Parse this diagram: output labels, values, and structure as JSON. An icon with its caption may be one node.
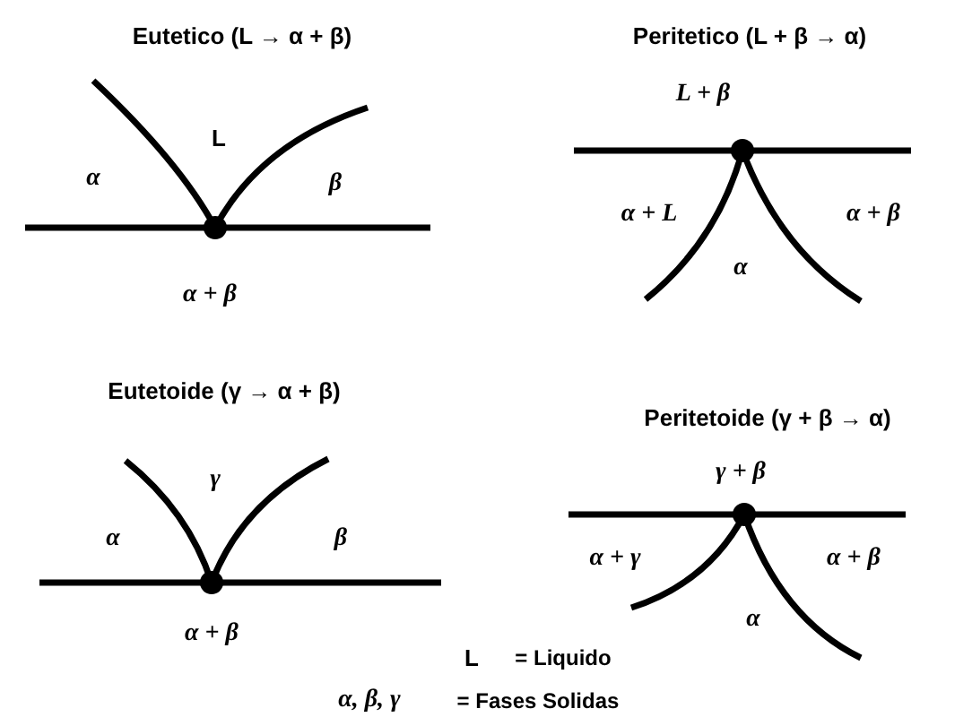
{
  "diagram": {
    "labels": [
      "Eutetico (L → α + β)",
      "Peritetico (L + β → α)",
      "L + β",
      "L",
      "α",
      "β",
      "α + L",
      "α + β",
      "α",
      "α + β",
      "Eutetoide (γ → α + β)",
      "Peritetoide (γ + β → α)",
      "γ + β",
      "γ",
      "α",
      "β",
      "α + γ",
      "α + β",
      "α",
      "α + β",
      "L",
      "= Liquido",
      "α, β, γ",
      "= Fases Solidas"
    ]
  }
}
